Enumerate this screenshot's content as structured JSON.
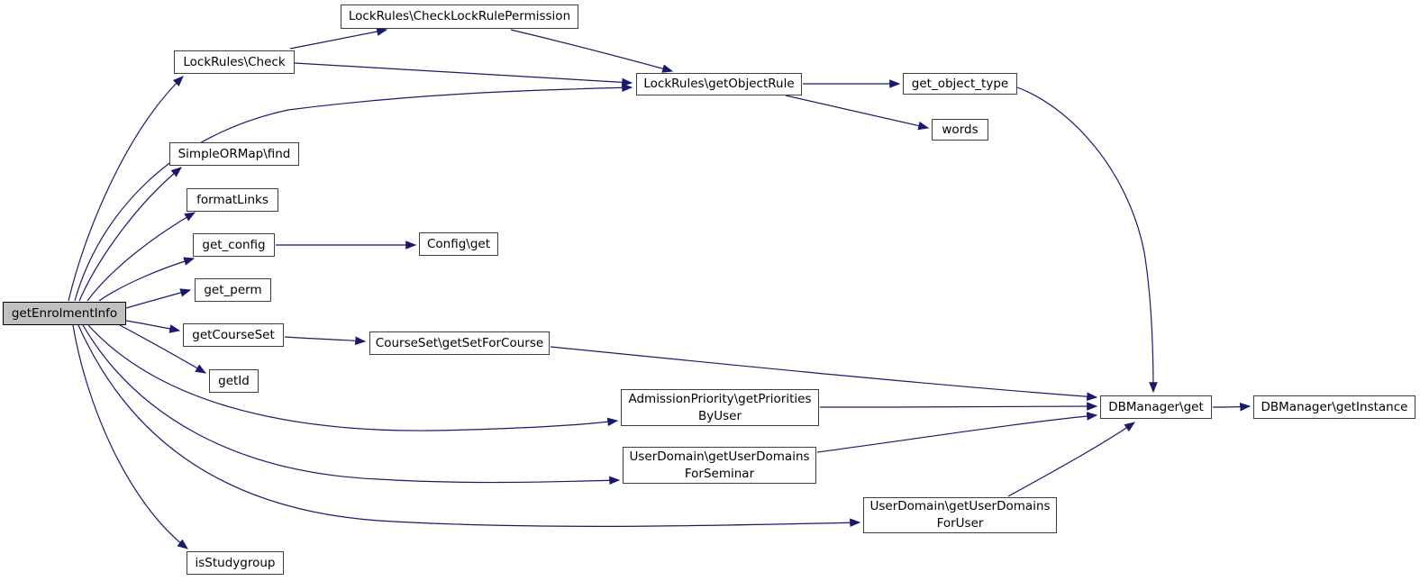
{
  "diagram": {
    "kind": "call-graph",
    "root_function": "getEnrolmentInfo",
    "colors": {
      "background": "#ffffff",
      "edge": "#191970",
      "node_fill": "#ffffff",
      "node_border": "#3f3f3f",
      "root_fill": "#bfbfbf",
      "text": "#000000"
    },
    "nodes": {
      "getEnrolmentInfo": {
        "label": "getEnrolmentInfo"
      },
      "checkLockRulePermission": {
        "label": "LockRules\\CheckLockRulePermission"
      },
      "lockRulesCheck": {
        "label": "LockRules\\Check"
      },
      "getObjectRule": {
        "label": "LockRules\\getObjectRule"
      },
      "getObjectType": {
        "label": "get_object_type"
      },
      "words": {
        "label": "words"
      },
      "simpleORMapFind": {
        "label": "SimpleORMap\\find"
      },
      "formatLinks": {
        "label": "formatLinks"
      },
      "getConfig": {
        "label": "get_config"
      },
      "configGet": {
        "label": "Config\\get"
      },
      "getPerm": {
        "label": "get_perm"
      },
      "getCourseSet": {
        "label": "getCourseSet"
      },
      "getSetForCourse": {
        "label": "CourseSet\\getSetForCourse"
      },
      "getId": {
        "label": "getId"
      },
      "getPrioritiesByUser": {
        "label": "AdmissionPriority\\getPriorities\nByUser"
      },
      "getUserDomainsForSeminar": {
        "label": "UserDomain\\getUserDomains\nForSeminar"
      },
      "getUserDomainsForUser": {
        "label": "UserDomain\\getUserDomains\nForUser"
      },
      "dbManagerGet": {
        "label": "DBManager\\get"
      },
      "dbManagerGetInstance": {
        "label": "DBManager\\getInstance"
      },
      "isStudygroup": {
        "label": "isStudygroup"
      }
    },
    "edges": [
      {
        "from": "getEnrolmentInfo",
        "to": "lockRulesCheck"
      },
      {
        "from": "getEnrolmentInfo",
        "to": "getObjectRule"
      },
      {
        "from": "getEnrolmentInfo",
        "to": "simpleORMapFind"
      },
      {
        "from": "getEnrolmentInfo",
        "to": "formatLinks"
      },
      {
        "from": "getEnrolmentInfo",
        "to": "getConfig"
      },
      {
        "from": "getEnrolmentInfo",
        "to": "getPerm"
      },
      {
        "from": "getEnrolmentInfo",
        "to": "getCourseSet"
      },
      {
        "from": "getEnrolmentInfo",
        "to": "getId"
      },
      {
        "from": "getEnrolmentInfo",
        "to": "getPrioritiesByUser"
      },
      {
        "from": "getEnrolmentInfo",
        "to": "getUserDomainsForSeminar"
      },
      {
        "from": "getEnrolmentInfo",
        "to": "getUserDomainsForUser"
      },
      {
        "from": "getEnrolmentInfo",
        "to": "isStudygroup"
      },
      {
        "from": "lockRulesCheck",
        "to": "checkLockRulePermission"
      },
      {
        "from": "lockRulesCheck",
        "to": "getObjectRule"
      },
      {
        "from": "checkLockRulePermission",
        "to": "getObjectRule"
      },
      {
        "from": "getObjectRule",
        "to": "getObjectType"
      },
      {
        "from": "getObjectRule",
        "to": "words"
      },
      {
        "from": "getObjectType",
        "to": "dbManagerGet"
      },
      {
        "from": "getConfig",
        "to": "configGet"
      },
      {
        "from": "getCourseSet",
        "to": "getSetForCourse"
      },
      {
        "from": "getSetForCourse",
        "to": "dbManagerGet"
      },
      {
        "from": "getPrioritiesByUser",
        "to": "dbManagerGet"
      },
      {
        "from": "getUserDomainsForSeminar",
        "to": "dbManagerGet"
      },
      {
        "from": "getUserDomainsForUser",
        "to": "dbManagerGet"
      },
      {
        "from": "dbManagerGet",
        "to": "dbManagerGetInstance"
      }
    ]
  }
}
